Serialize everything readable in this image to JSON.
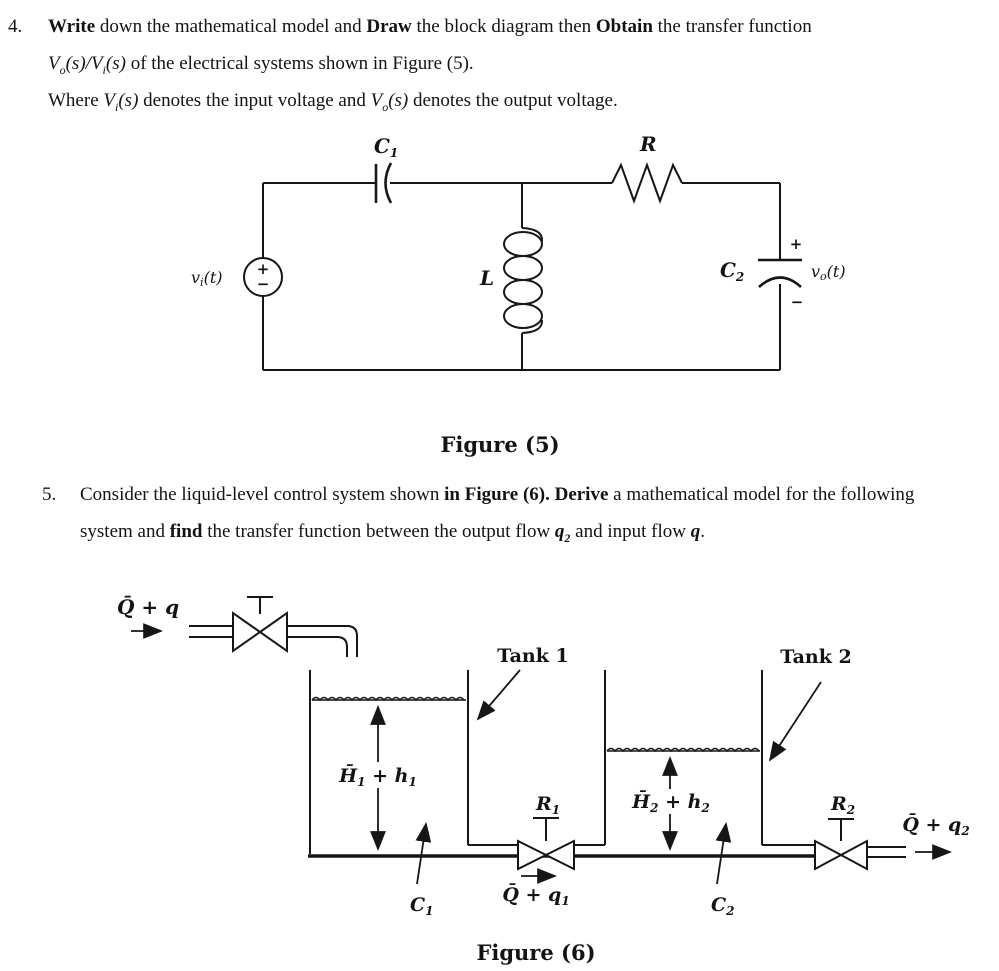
{
  "q4": {
    "number": "4.",
    "l1": {
      "b1": "Write",
      "r1": " down the mathematical model and ",
      "b2": "Draw",
      "r2": " the block diagram then ",
      "b3": "Obtain",
      "r3": " the transfer function"
    },
    "l2": {
      "v1": "V",
      "v1sub": "o",
      "m1": "(s)/",
      "v2": "V",
      "v2sub": "i",
      "m2": "(s)",
      "r1": " of the electrical systems shown in Figure (5)."
    },
    "l3": {
      "r1": "Where ",
      "v1": "V",
      "v1sub": "i",
      "m1": "(s)",
      "r2": " denotes the input voltage and ",
      "v2": "V",
      "v2sub": "o",
      "m2": "(s)",
      "r3": " denotes the output voltage."
    }
  },
  "q5": {
    "number": "5.",
    "l1": {
      "r1": "Consider the liquid-level control system shown ",
      "b1": "in Figure (6). Derive",
      "r2": " a mathematical model for the following"
    },
    "l2": {
      "r1": "system and ",
      "b1": "find",
      "r2": " the transfer function between the output flow ",
      "q1": "q",
      "q1sub": "2",
      "r3": " and input flow ",
      "q2": "q",
      "r4": "."
    }
  },
  "fig5": {
    "caption": "Figure (5)",
    "labels": {
      "c1": {
        "base": "C",
        "sub": "1"
      },
      "r": "R",
      "l": "L",
      "c2": {
        "base": "C",
        "sub": "2"
      },
      "vin": {
        "base": "v",
        "sub": "i",
        "post": "(t)"
      },
      "vout": {
        "base": "v",
        "sub": "o",
        "post": "(t)"
      },
      "src_plus": "+",
      "src_minus": "−",
      "c2_plus": "+",
      "c2_minus": "−"
    }
  },
  "fig6": {
    "caption": "Figure (6)",
    "labels": {
      "inflow": "Q̄ + q",
      "tank1": "Tank 1",
      "tank2": "Tank 2",
      "h1": {
        "base": "H̄",
        "sub1": "1",
        "mid": " + h",
        "sub2": "1"
      },
      "h2": {
        "base": "H̄",
        "sub1": "2",
        "mid": " + h",
        "sub2": "2"
      },
      "r1": {
        "base": "R",
        "sub": "1"
      },
      "r2": {
        "base": "R",
        "sub": "2"
      },
      "c1": {
        "base": "C",
        "sub": "1"
      },
      "c2": {
        "base": "C",
        "sub": "2"
      },
      "q1": {
        "base": "Q̄ + q",
        "sub": "1"
      },
      "q2": {
        "base": "Q̄ + q",
        "sub": "2"
      }
    }
  }
}
